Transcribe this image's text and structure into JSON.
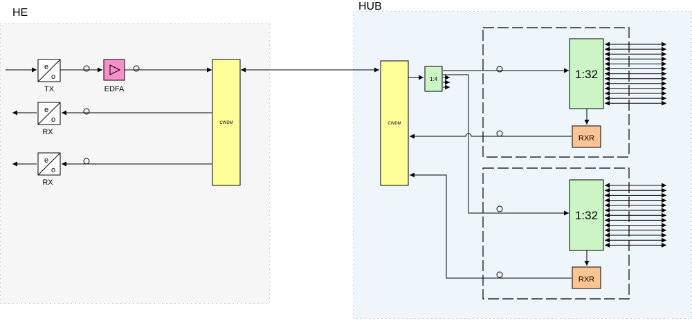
{
  "regions": {
    "he": {
      "title": "HE"
    },
    "hub": {
      "title": "HUB"
    }
  },
  "components": {
    "tx": {
      "label": "TX",
      "top_glyph": "e",
      "bottom_glyph": "o"
    },
    "edfa": {
      "label": "EDFA"
    },
    "rx1": {
      "label": "RX",
      "top_glyph": "e",
      "bottom_glyph": "o"
    },
    "rx2": {
      "label": "RX",
      "top_glyph": "e",
      "bottom_glyph": "o"
    },
    "he_cwdm": {
      "label": "CWDM"
    },
    "hub_cwdm": {
      "label": "CWDM"
    },
    "splitter_1x4": {
      "label": "1:4"
    },
    "node_a": {
      "splitter_label": "1:32",
      "receiver_label": "RXR"
    },
    "node_b": {
      "splitter_label": "1:32",
      "receiver_label": "RXR"
    }
  },
  "colors": {
    "he_background": "#f6f6f6",
    "hub_background": "#eef6fc",
    "cwdm_fill": "#ffff99",
    "edfa_fill": "#f78fc8",
    "splitter_fill": "#ccf5c5",
    "receiver_fill": "#fdc493",
    "line": "#000000"
  }
}
